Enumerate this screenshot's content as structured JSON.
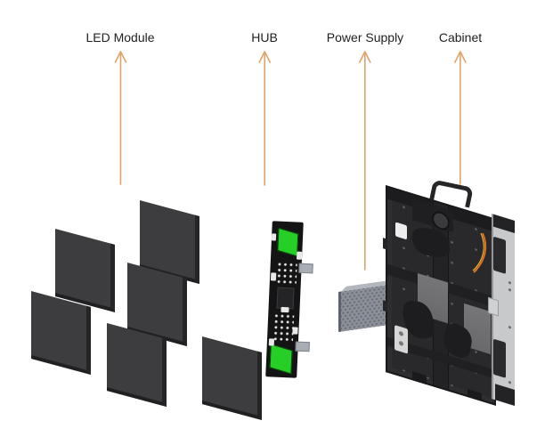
{
  "components": [
    {
      "id": "led-module",
      "label": "LED Module"
    },
    {
      "id": "hub",
      "label": "HUB"
    },
    {
      "id": "power-supply",
      "label": "Power Supply"
    },
    {
      "id": "cabinet",
      "label": "Cabinet"
    }
  ],
  "colors": {
    "background": "#ffffff",
    "label": "#1f1f1f",
    "arrow": "#dfa46b",
    "module-face": "#3d3d3f",
    "module-side": "#252527",
    "hub-board": "#141415",
    "hub-green": "#25cf25",
    "hub-pin": "#e6e6e6",
    "hub-chip": "#242426",
    "hub-tab": "#a9aeb4",
    "psu-face": "#8d929a",
    "psu-top": "#b3b7bd",
    "psu-side": "#5c616a",
    "psu-vent": "#6a6f78",
    "cabinet-body": "#2e2e30",
    "cabinet-dark": "#1c1c1e",
    "cabinet-panel": "#767678",
    "cabinet-frame": "#c7c9cb",
    "cable": "#e0731f"
  }
}
